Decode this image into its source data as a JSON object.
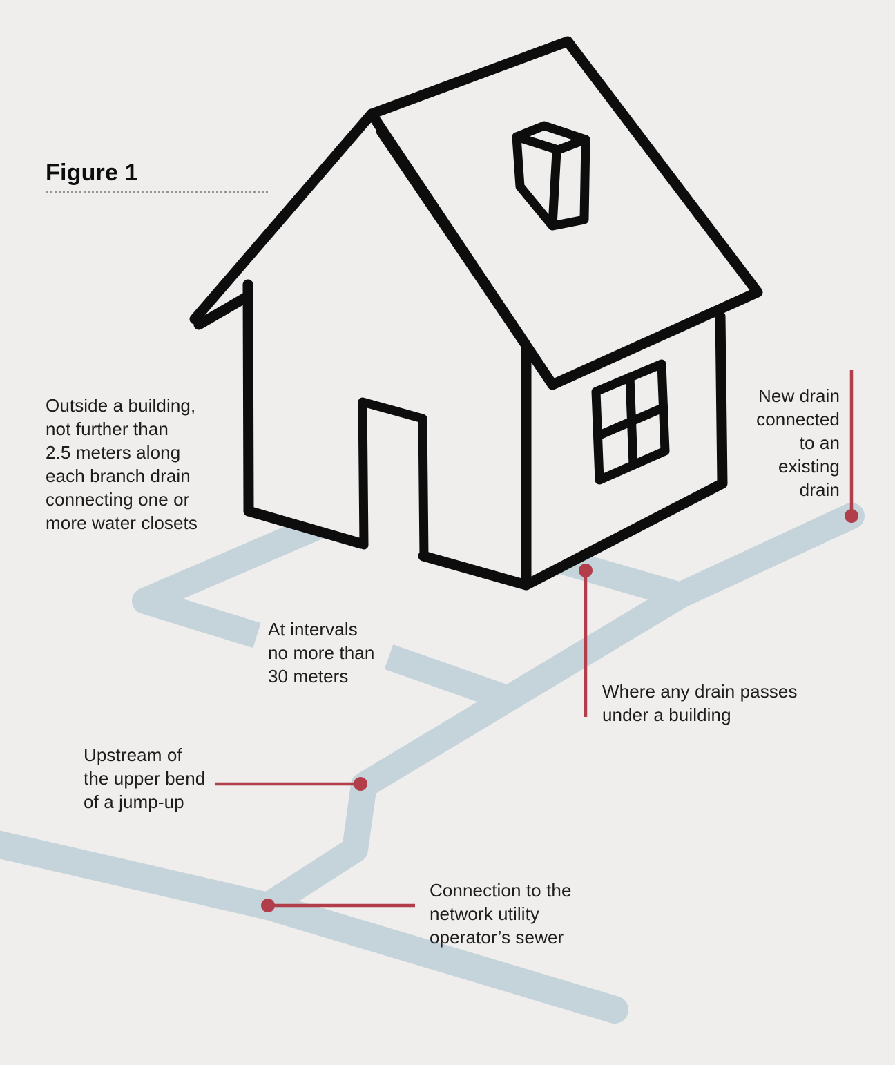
{
  "figure": {
    "title": "Figure 1"
  },
  "colors": {
    "background": "#efeeec",
    "pipe": "#c5d3db",
    "marker": "#b13e4a",
    "ink": "#0d0d0d",
    "text": "#1d1d1b"
  },
  "labels": {
    "outside_building": "Outside a building,\nnot further than\n2.5 meters along\neach branch drain\nconnecting one or\nmore water closets",
    "new_drain": "New drain\nconnected\nto an\nexisting\ndrain",
    "at_intervals": "At intervals\nno more than\n30 meters",
    "under_building": "Where any drain passes\nunder a building",
    "upstream": "Upstream of\nthe upper bend\nof a jump-up",
    "connection": "Connection to the\nnetwork utility\noperator’s sewer"
  }
}
